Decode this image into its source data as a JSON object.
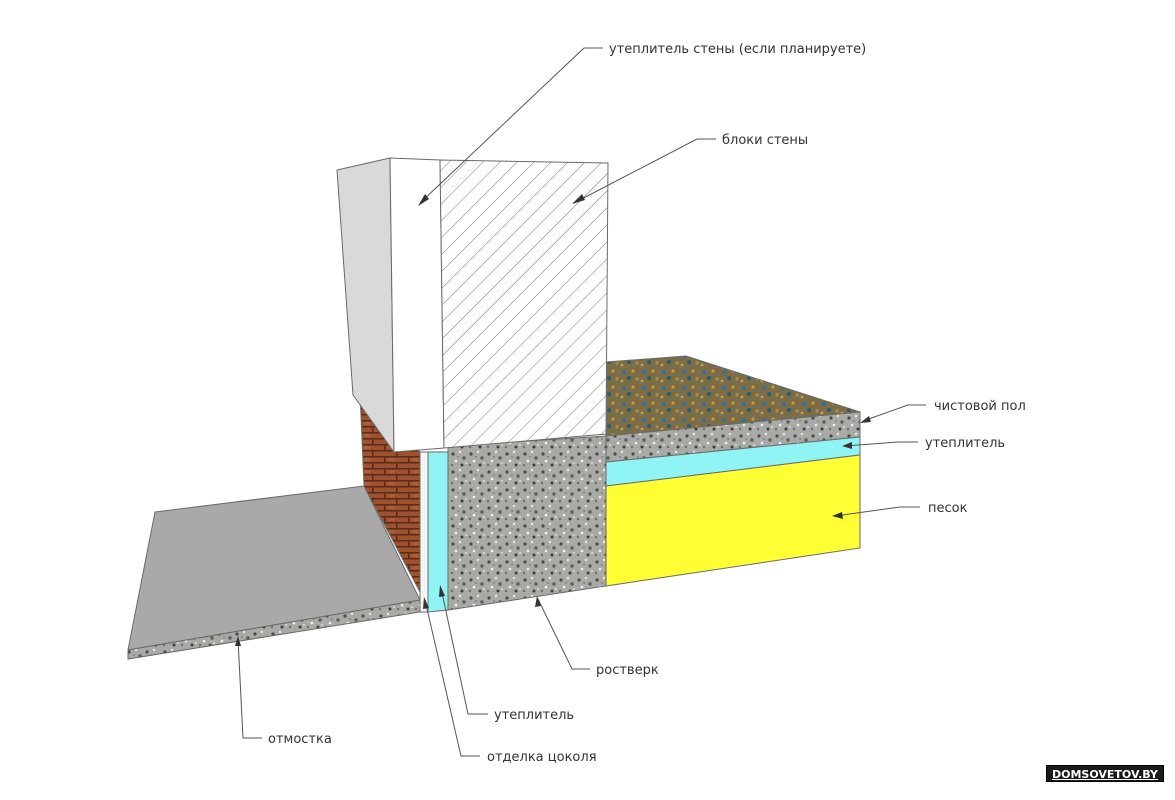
{
  "labels": {
    "wall_insulation": "утеплитель стены (если планируете)",
    "wall_blocks": "блоки стены",
    "finish_floor": "чистовой пол",
    "floor_insulation": "утеплитель",
    "sand": "песок",
    "grillage": "ростверк",
    "plinth_insulation": "утеплитель",
    "blind_area": "отмостка",
    "plinth_finish": "отделка цоколя"
  },
  "watermark": "DOMSOVETOV.BY",
  "colors": {
    "insulation": "#90f4f4",
    "sand": "#ffff33",
    "brick": "#8a4a2a",
    "concrete": "#b5b5b5",
    "floor_top": "#6f6a4a",
    "wall_white": "#ffffff",
    "wall_side": "#d9d9d9",
    "blind_area": "#aaaaaa"
  }
}
